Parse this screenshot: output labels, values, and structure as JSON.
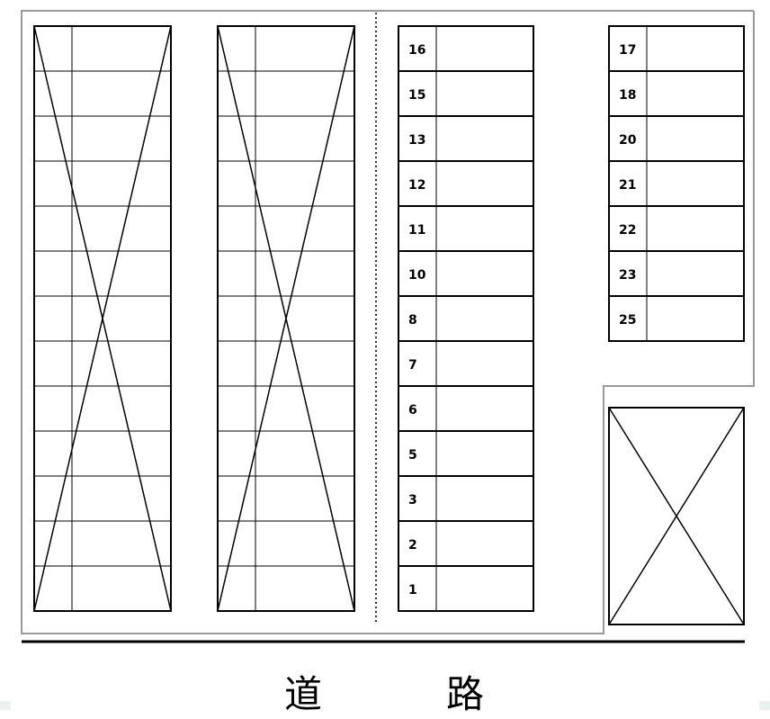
{
  "diagram": {
    "road_label": "道　路",
    "middle_column_spaces": [
      "16",
      "15",
      "13",
      "12",
      "11",
      "10",
      "8",
      "7",
      "6",
      "5",
      "3",
      "2",
      "1"
    ],
    "right_column_spaces": [
      "17",
      "18",
      "20",
      "21",
      "22",
      "23",
      "25"
    ],
    "unavailable_blocks": [
      "left-block-1",
      "left-block-2",
      "right-bottom-block"
    ],
    "colors": {
      "line": "#000000",
      "boundary": "#999999",
      "background": "#ffffff"
    }
  }
}
